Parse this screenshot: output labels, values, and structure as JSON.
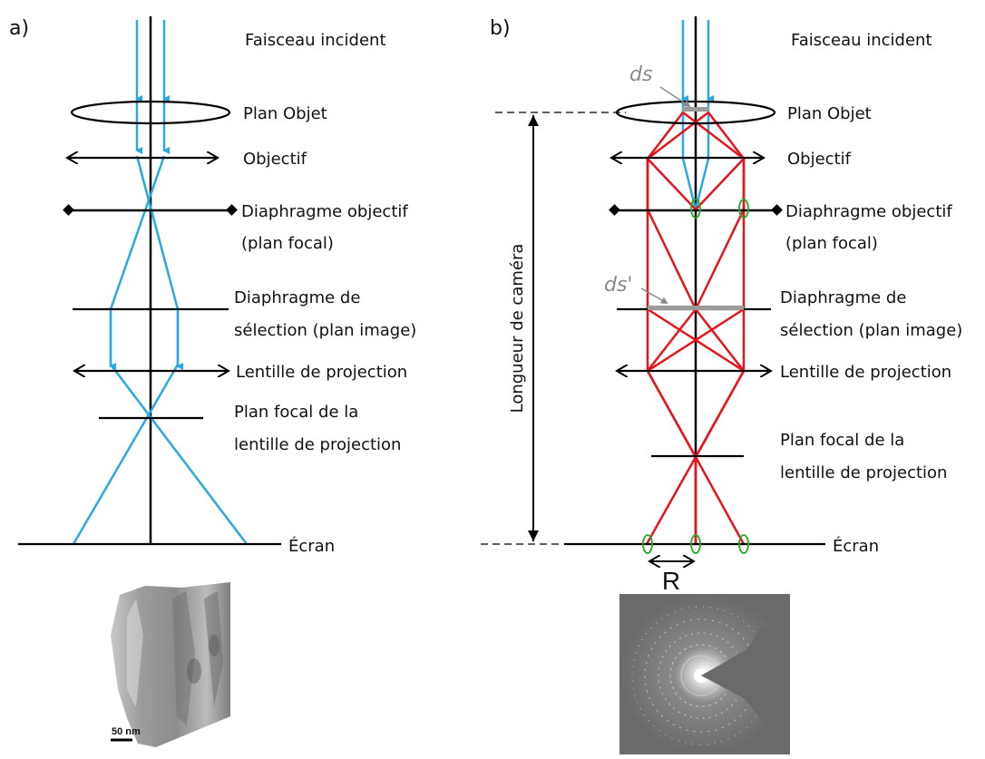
{
  "panel_a": {
    "tag": "a)",
    "labels": {
      "incident": "Faisceau incident",
      "object_plane": "Plan Objet",
      "objective": "Objectif",
      "objective_aperture_1": "Diaphragme objectif",
      "objective_aperture_2": "(plan focal)",
      "selection_aperture_1": "Diaphragme de",
      "selection_aperture_2": "sélection (plan image)",
      "projection_lens": "Lentille de projection",
      "projection_focal_1": "Plan focal de la",
      "projection_focal_2": "lentille de projection",
      "screen": "Écran"
    },
    "micrograph_scale": "50 nm"
  },
  "panel_b": {
    "tag": "b)",
    "labels": {
      "incident": "Faisceau incident",
      "object_plane": "Plan Objet",
      "objective": "Objectif",
      "objective_aperture_1": "Diaphragme objectif",
      "objective_aperture_2": "(plan focal)",
      "selection_aperture_1": "Diaphragme de",
      "selection_aperture_2": "sélection (plan image)",
      "projection_lens": "Lentille de projection",
      "projection_focal_1": "Plan focal de la",
      "projection_focal_2": "lentille de projection",
      "screen": "Écran"
    },
    "camera_length": "Longueur de caméra",
    "ds": "ds",
    "ds_prime": "ds'",
    "R": "R"
  },
  "colors": {
    "incident_beam": "#29a9e1",
    "diffracted_beam": "#e8141b",
    "spot_marker": "#22aa22",
    "axis": "#000000",
    "annotation": "#8a8a8a"
  }
}
